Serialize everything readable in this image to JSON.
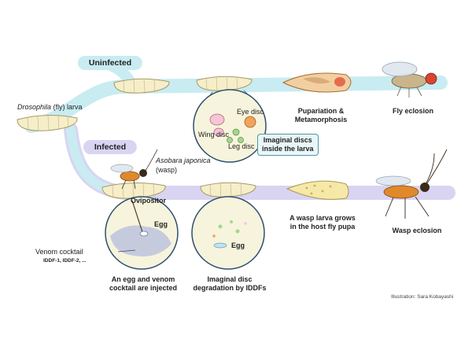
{
  "labels": {
    "uninfected": "Uninfected",
    "infected": "Infected",
    "drosophila_larva_italic": "Drosophila",
    "drosophila_larva_rest": " (fly) larva",
    "asobara": "Asobara japonica",
    "wasp": "(wasp)",
    "eye_disc": "Eye disc",
    "wing_disc": "Wing disc",
    "leg_disc": "Leg disc",
    "imaginal_discs_line1": "Imaginal discs",
    "imaginal_discs_line2": "inside the larva",
    "pupariation_line1": "Pupariation &",
    "pupariation_line2": "Metamorphosis",
    "fly_eclosion": "Fly eclosion",
    "ovipositor": "Ovipositor",
    "egg_left": "Egg",
    "egg_right": "Egg",
    "venom_cocktail": "Venom cocktail",
    "iddf_list": "IDDF-1, IDDF-2, ...",
    "injected_line1": "An egg and venom",
    "injected_line2": "cocktail are injected",
    "degradation_line1": "Imaginal disc",
    "degradation_line2": "degradation by IDDFs",
    "wasp_grows_line1": "A wasp larva grows",
    "wasp_grows_line2": "in the host fly pupa",
    "wasp_eclosion": "Wasp eclosion",
    "credit": "Illustration: Sara Kobayashi"
  },
  "colors": {
    "uninfected_path": "#c8ecf2",
    "infected_path": "#d9d4f2",
    "larva_fill": "#f6eec9",
    "larva_stroke": "#a89a64",
    "circle_fill": "#f7f4dd",
    "circle_stroke": "#2f4f6f",
    "pupa_fill": "#f2cfa0",
    "wasp_body": "#e0892a",
    "box_stroke": "#4f96a6",
    "box_fill": "#e9f6f8"
  }
}
